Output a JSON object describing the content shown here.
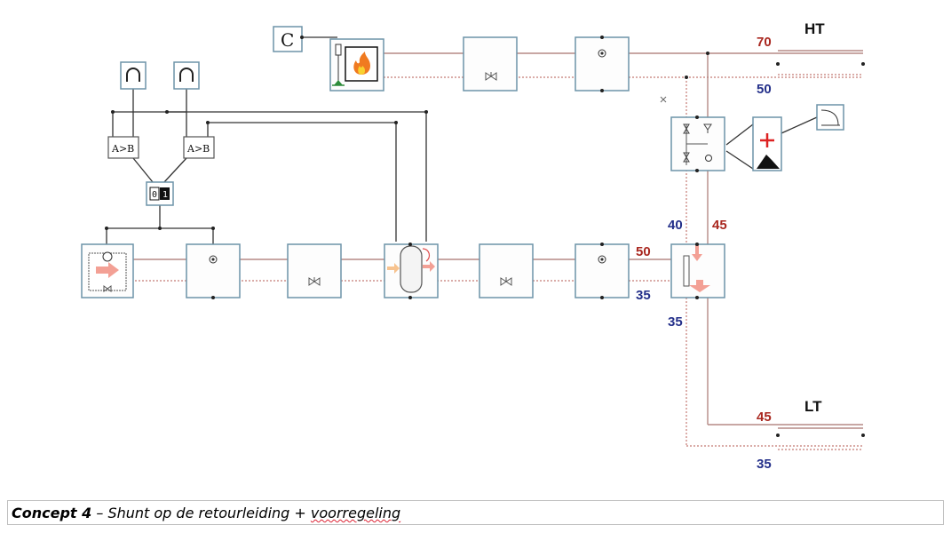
{
  "labels": {
    "ht": "HT",
    "lt": "LT",
    "ht_supply": "70",
    "ht_return": "50",
    "mid_left": "40",
    "mid_right": "45",
    "loop_supply": "50",
    "loop_return": "35",
    "shunt_return": "35",
    "lt_supply": "45",
    "lt_return": "35",
    "controller": "C",
    "compare_1": "A>B",
    "compare_2": "A>B",
    "switch_0": "0",
    "switch_1": "1"
  },
  "caption": {
    "bold": "Concept 4",
    "dash": " – ",
    "text": "Shunt op de retourleiding + ",
    "wavy": "voorregeling"
  },
  "colors": {
    "supply": "#b58a86",
    "return": "#c47a73",
    "red_label": "#a9271f",
    "blue_label": "#24308a",
    "frame": "#6d93a8"
  }
}
